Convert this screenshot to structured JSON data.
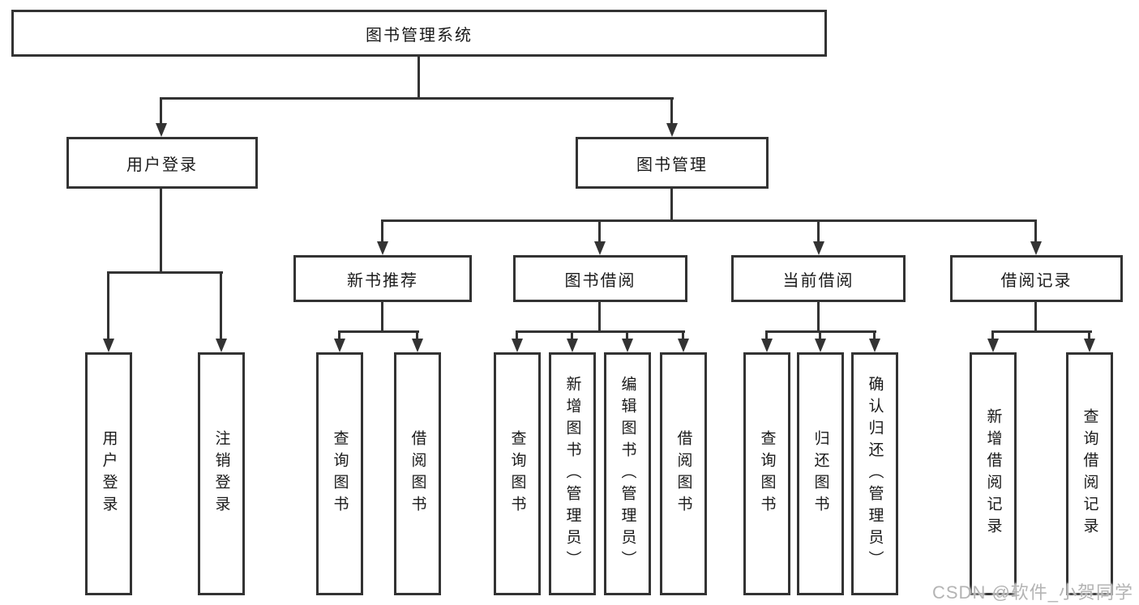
{
  "diagram": {
    "type": "tree",
    "root": {
      "label": "图书管理系统"
    },
    "children": [
      {
        "label": "用户登录",
        "children": [
          {
            "label": "用户登录"
          },
          {
            "label": "注销登录"
          }
        ]
      },
      {
        "label": "图书管理",
        "children": [
          {
            "label": "新书推荐",
            "children": [
              {
                "label": "查询图书"
              },
              {
                "label": "借阅图书"
              }
            ]
          },
          {
            "label": "图书借阅",
            "children": [
              {
                "label": "查询图书"
              },
              {
                "label": "新增图书（管理员）"
              },
              {
                "label": "编辑图书（管理员）"
              },
              {
                "label": "借阅图书"
              }
            ]
          },
          {
            "label": "当前借阅",
            "children": [
              {
                "label": "查询图书"
              },
              {
                "label": "归还图书"
              },
              {
                "label": "确认归还（管理员）"
              }
            ]
          },
          {
            "label": "借阅记录",
            "children": [
              {
                "label": "新增借阅记录"
              },
              {
                "label": "查询借阅记录"
              }
            ]
          }
        ]
      }
    ]
  },
  "watermark": {
    "text": "CSDN @软件_小贺同学"
  },
  "colors": {
    "line": "#333333",
    "text": "#1a1a1a",
    "watermark": "#b4b4b4",
    "background": "#ffffff"
  }
}
